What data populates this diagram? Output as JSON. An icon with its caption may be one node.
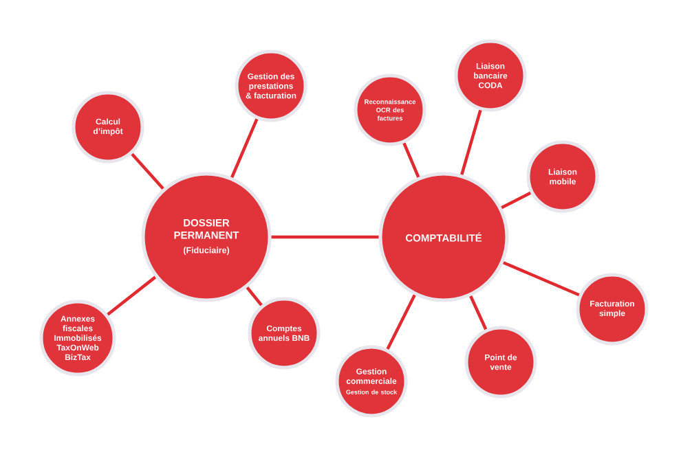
{
  "diagram": {
    "nodes": [
      {
        "text": [
          "DOSSIER PERMANENT",
          "(Fiduciaire)"
        ]
      },
      {
        "text": [
          "Calcul d’impôt"
        ]
      },
      {
        "text": [
          "Gestion des prestations & facturation"
        ]
      },
      {
        "text": [
          "Annexes fiscales Immobilisés TaxOnWeb BizTax"
        ]
      },
      {
        "text": [
          "Comptes annuels BNB"
        ]
      },
      {
        "text": [
          "COMPTABILITÉ"
        ]
      },
      {
        "text": [
          "Reconnaissance OCR des factures"
        ]
      },
      {
        "text": [
          "Liaison bancaire CODA"
        ]
      },
      {
        "text": [
          "Liaison mobile"
        ]
      },
      {
        "text": [
          "Facturation simple"
        ]
      },
      {
        "text": [
          "Point de vente"
        ]
      },
      {
        "text": [
          "Gestion commerciale",
          "Gestion de stock"
        ]
      }
    ],
    "edges": [
      {
        "from": 0,
        "to": 1,
        "arrow": "none"
      },
      {
        "from": 0,
        "to": 2,
        "arrow": "none"
      },
      {
        "from": 0,
        "to": 3,
        "arrow": "none"
      },
      {
        "from": 0,
        "to": 4,
        "arrow": "none"
      },
      {
        "from": 0,
        "to": 5,
        "arrow": "none"
      },
      {
        "from": 5,
        "to": 6,
        "arrow": "none"
      },
      {
        "from": 5,
        "to": 7,
        "arrow": "none"
      },
      {
        "from": 5,
        "to": 8,
        "arrow": "none"
      },
      {
        "from": 5,
        "to": 9,
        "arrow": "none"
      },
      {
        "from": 5,
        "to": 10,
        "arrow": "none"
      },
      {
        "from": 5,
        "to": 11,
        "arrow": "none"
      }
    ]
  }
}
